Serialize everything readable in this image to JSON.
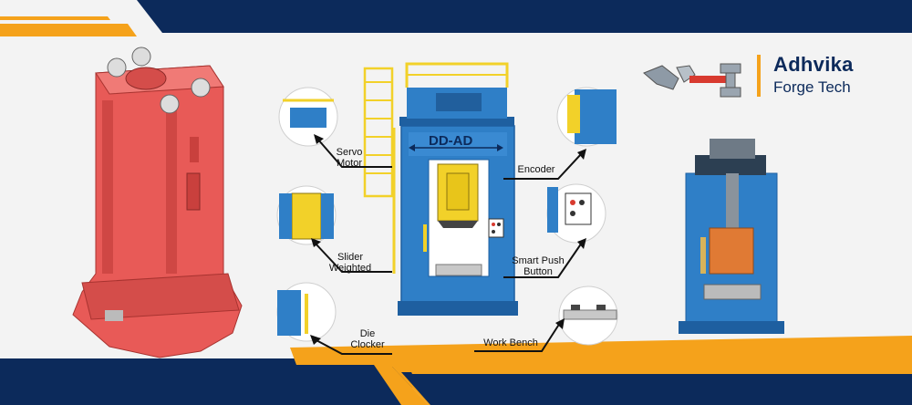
{
  "brand": {
    "name": "Adhvika",
    "tagline": "Forge Tech",
    "logo_icon": "forging-hammer-logo-icon"
  },
  "machine": {
    "model_label": "DD-AD"
  },
  "callouts": [
    {
      "id": "servo-motor",
      "label": "Servo\nMotor"
    },
    {
      "id": "encoder",
      "label": "Encoder"
    },
    {
      "id": "slider-weighted",
      "label": "Slider\nWeighted"
    },
    {
      "id": "smart-push-button",
      "label": "Smart Push\nButton"
    },
    {
      "id": "die-clocker",
      "label": "Die\nClocker"
    },
    {
      "id": "work-bench",
      "label": "Work Bench"
    }
  ],
  "colors": {
    "navy": "#0c2a5b",
    "orange": "#f5a21b",
    "press_blue": "#2f7fc7",
    "frame_red": "#e85a57",
    "rail_yellow": "#f2d129",
    "accent_red": "#d83a2f"
  }
}
